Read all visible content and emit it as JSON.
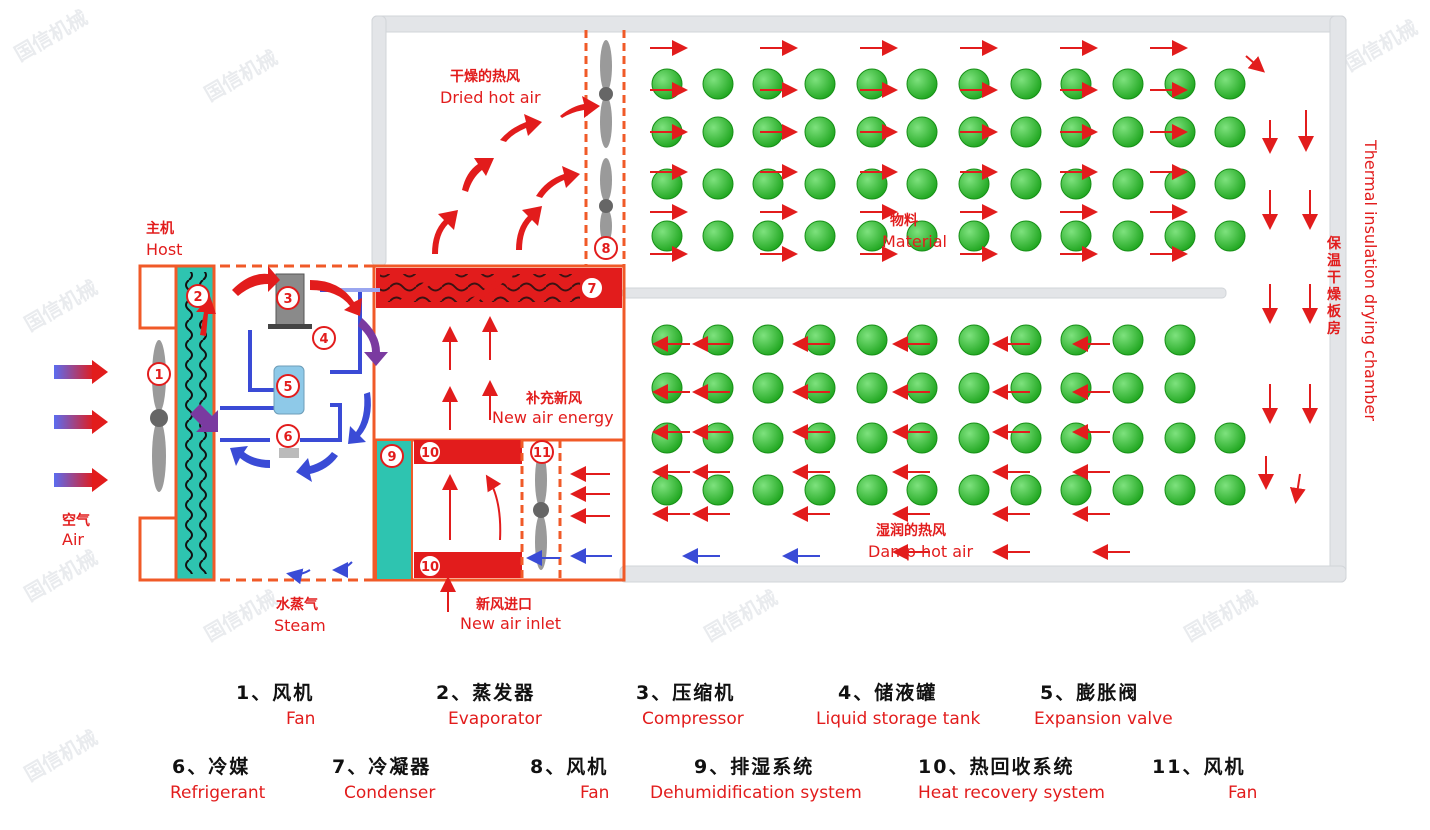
{
  "labels": {
    "host_cn": "主机",
    "host_en": "Host",
    "air_cn": "空气",
    "air_en": "Air",
    "steam_cn": "水蒸气",
    "steam_en": "Steam",
    "dried_cn": "干燥的热风",
    "dried_en": "Dried hot air",
    "newair_cn": "补充新风",
    "newair_en": "New air energy",
    "inlet_cn": "新风进口",
    "inlet_en": "New air inlet",
    "material_cn": "物料",
    "material_en": "Material",
    "damp_cn": "湿润的热风",
    "damp_en": "Damp hot air",
    "chamber_cn": "保温干燥板房",
    "chamber_en": "Thermal insulation drying chamber"
  },
  "component_numbers": [
    "1",
    "2",
    "3",
    "4",
    "5",
    "6",
    "7",
    "8",
    "9",
    "10",
    "10",
    "11"
  ],
  "legend": [
    {
      "cn": "1、风机",
      "en": "Fan"
    },
    {
      "cn": "2、蒸发器",
      "en": "Evaporator"
    },
    {
      "cn": "3、压缩机",
      "en": "Compressor"
    },
    {
      "cn": "4、储液罐",
      "en": "Liquid storage tank"
    },
    {
      "cn": "5、膨胀阀",
      "en": "Expansion valve"
    },
    {
      "cn": "6、冷媒",
      "en": "Refrigerant"
    },
    {
      "cn": "7、冷凝器",
      "en": "Condenser"
    },
    {
      "cn": "8、风机",
      "en": "Fan"
    },
    {
      "cn": "9、排湿系统",
      "en": "Dehumidification system"
    },
    {
      "cn": "10、热回收系统",
      "en": "Heat recovery system"
    },
    {
      "cn": "11、风机",
      "en": "Fan"
    }
  ],
  "watermark": "国信机械",
  "colors": {
    "red": "#e21c1c",
    "green": "#3cc43c",
    "teal": "#2ec4b0",
    "blue": "#3a4bd6",
    "purple": "#7a3aa0",
    "wall": "#e3e5e8"
  }
}
